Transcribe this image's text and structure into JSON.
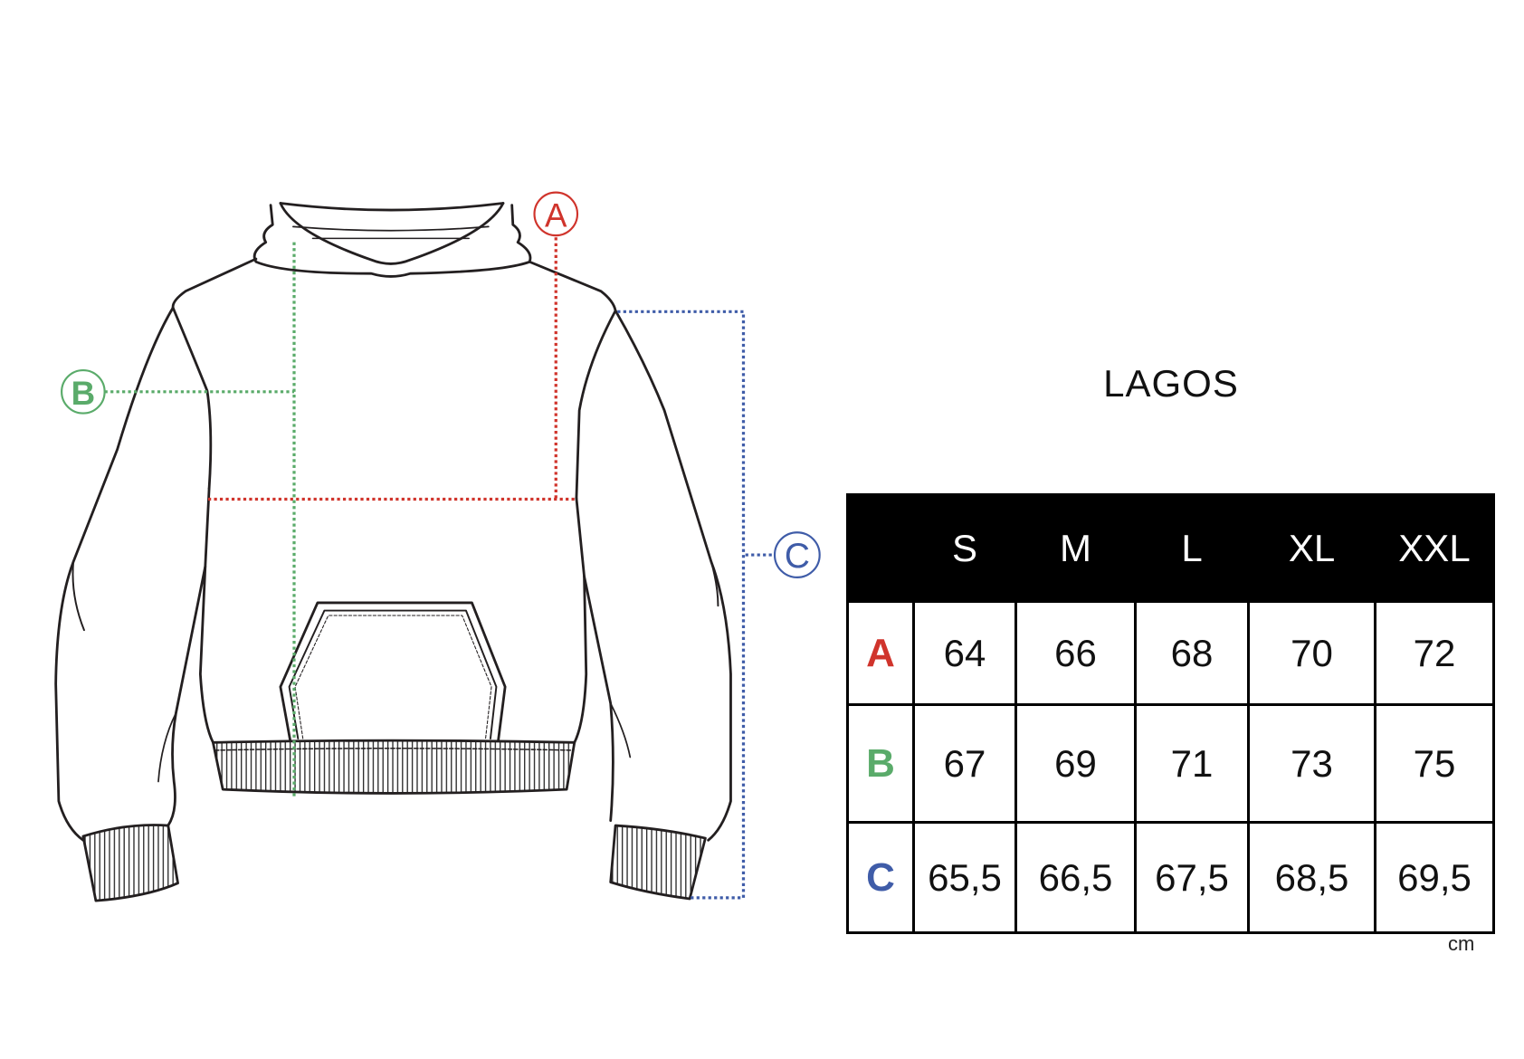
{
  "title": "LAGOS",
  "unit": "cm",
  "colors": {
    "A": "#d0342c",
    "B": "#5aab6a",
    "C": "#3f5ca8"
  },
  "markers": {
    "A": "A",
    "B": "B",
    "C": "C"
  },
  "table": {
    "sizes": [
      "S",
      "M",
      "L",
      "XL",
      "XXL"
    ],
    "rows": [
      {
        "label": "A",
        "values": [
          "64",
          "66",
          "68",
          "70",
          "72"
        ]
      },
      {
        "label": "B",
        "values": [
          "67",
          "69",
          "71",
          "73",
          "75"
        ]
      },
      {
        "label": "C",
        "values": [
          "65,5",
          "66,5",
          "67,5",
          "68,5",
          "69,5"
        ]
      }
    ]
  }
}
